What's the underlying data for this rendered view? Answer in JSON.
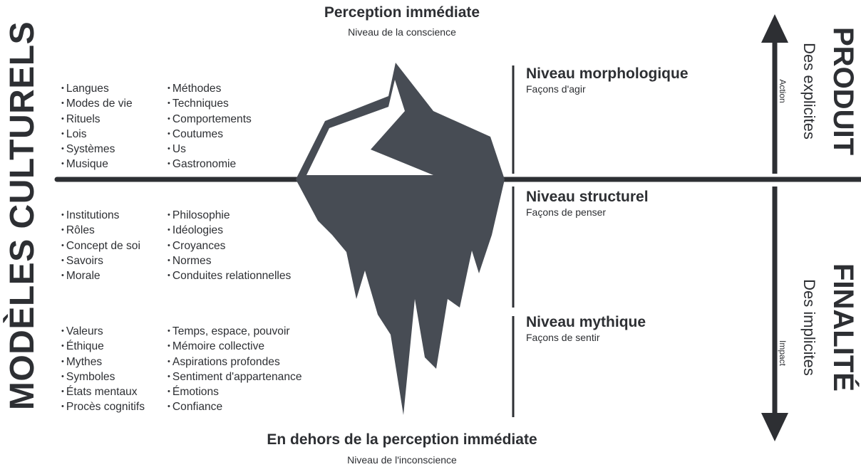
{
  "top": {
    "title": "Perception immédiate",
    "subtitle": "Niveau de la conscience"
  },
  "bottom": {
    "title": "En dehors de la perception immédiate",
    "subtitle": "Niveau de l'inconscience"
  },
  "left_label": "MODÈLES CULTURELS",
  "groups": [
    {
      "col1": [
        "Langues",
        "Modes de vie",
        "Rituels",
        "Lois",
        "Systèmes",
        "Musique"
      ],
      "col2": [
        "Méthodes",
        "Techniques",
        "Comportements",
        "Coutumes",
        "Us",
        "Gastronomie"
      ]
    },
    {
      "col1": [
        "Institutions",
        "Rôles",
        "Concept de soi",
        "Savoirs",
        "Morale"
      ],
      "col2": [
        "Philosophie",
        "Idéologies",
        "Croyances",
        "Normes",
        "Conduites relationnelles"
      ]
    },
    {
      "col1": [
        "Valeurs",
        "Éthique",
        "Mythes",
        "Symboles",
        "États mentaux",
        "Procès cognitifs"
      ],
      "col2": [
        "Temps, espace, pouvoir",
        "Mémoire collective",
        "Aspirations profondes",
        "Sentiment d'appartenance",
        "Émotions",
        "Confiance"
      ]
    }
  ],
  "levels": [
    {
      "title": "Niveau morphologique",
      "subtitle": "Façons d'agir"
    },
    {
      "title": "Niveau structurel",
      "subtitle": "Façons de penser"
    },
    {
      "title": "Niveau mythique",
      "subtitle": "Façons de sentir"
    }
  ],
  "right": {
    "top_big": "PRODUIT",
    "top_mid": "Des explicites",
    "top_small": "Action",
    "bottom_big": "FINALITÉ",
    "bottom_mid": "Des implicites",
    "bottom_small": "Impact"
  },
  "colors": {
    "ink": "#2d2f33",
    "ice": "#474c54",
    "ice_light": "#ffffff"
  }
}
